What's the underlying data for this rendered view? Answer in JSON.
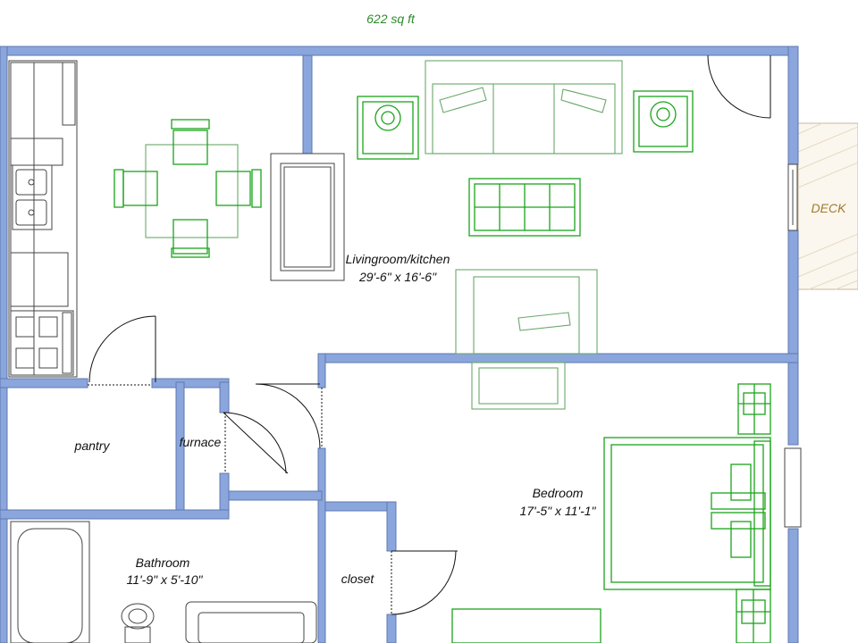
{
  "area_label": "622 sq ft",
  "colors": {
    "wall": "#8aa6dc",
    "furniture": "#1aa51a",
    "area_text": "#2b8a2b",
    "deck_text": "#a07a2a"
  },
  "rooms": {
    "livingroom": {
      "name": "Livingroom/kitchen",
      "size": "29'-6\" x 16'-6\""
    },
    "bedroom": {
      "name": "Bedroom",
      "size": "17'-5\" x 11'-1\""
    },
    "bathroom": {
      "name": "Bathroom",
      "size": "11'-9\" x 5'-10\""
    },
    "pantry": {
      "name": "pantry"
    },
    "furnace": {
      "name": "furnace"
    },
    "closet": {
      "name": "closet"
    }
  },
  "deck": {
    "label": "DECK"
  },
  "icons": [
    "door-swing-icon",
    "sink-icon",
    "stove-icon",
    "toilet-icon",
    "bathtub-icon",
    "lamp-icon",
    "chair-icon",
    "bed-icon",
    "sofa-icon"
  ]
}
